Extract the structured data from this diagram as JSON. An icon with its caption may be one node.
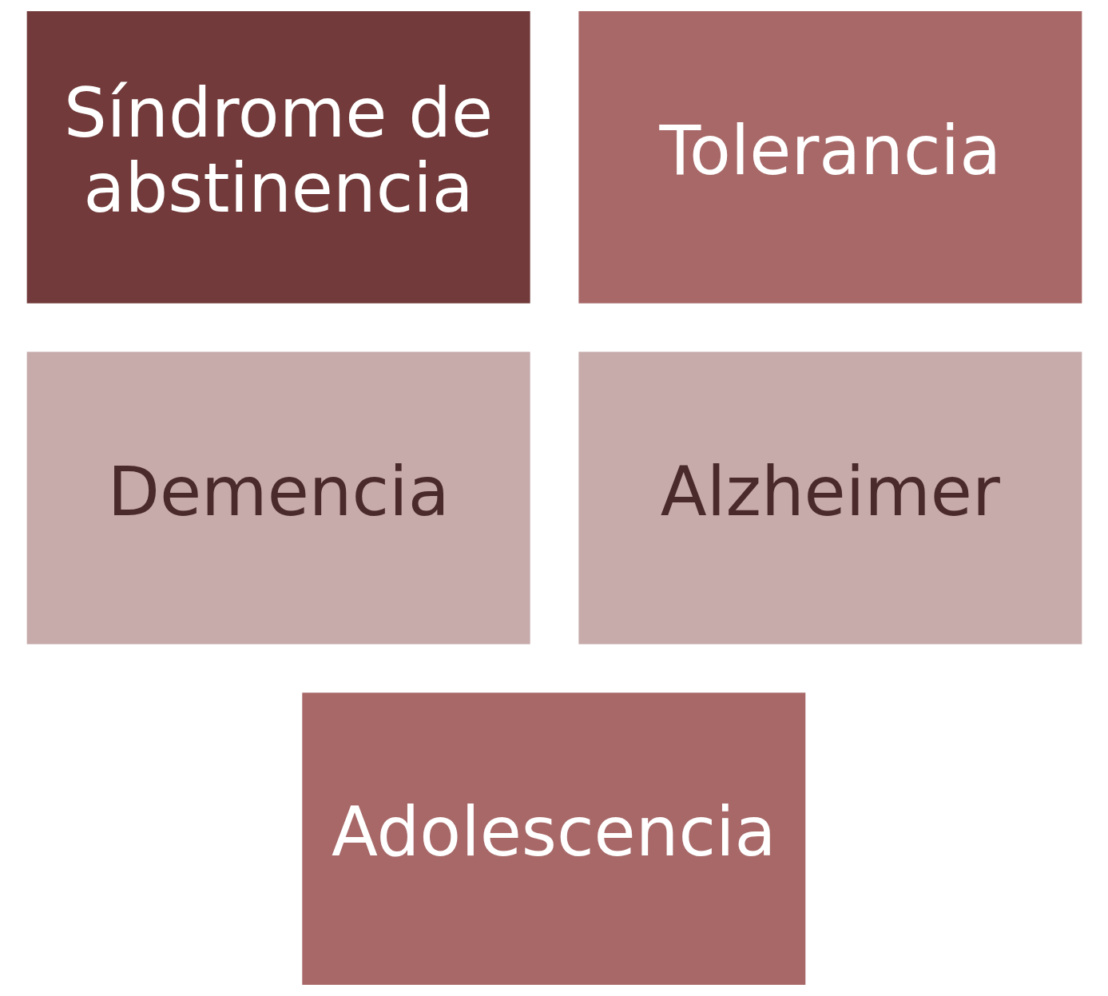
{
  "diagram": {
    "nodes": [
      {
        "text": [
          "Síndrome de abstinencia"
        ]
      },
      {
        "text": [
          "Tolerancia"
        ]
      },
      {
        "text": [
          "Demencia"
        ]
      },
      {
        "text": [
          "Alzheimer"
        ]
      },
      {
        "text": [
          "Adolescencia"
        ]
      }
    ]
  }
}
